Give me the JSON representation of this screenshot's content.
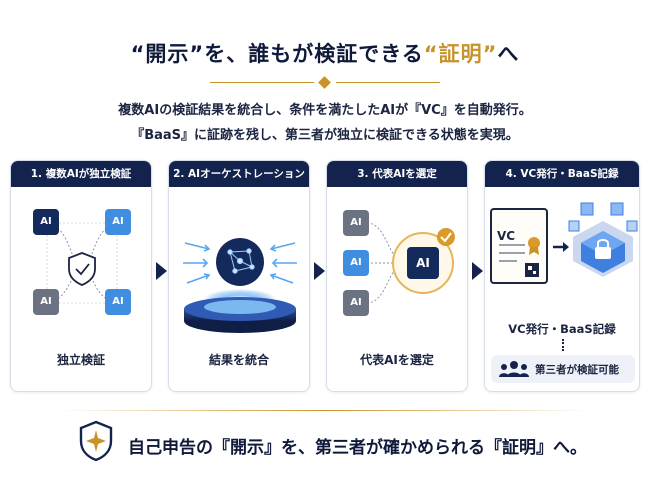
{
  "header": {
    "title_pre": "“開示”を、誰もが検証できる",
    "title_accent": "“証明”",
    "title_post": "へ",
    "subtitle_line1": "複数AIの検証結果を統合し、条件を満たしたAIが『VC』を自動発行。",
    "subtitle_line2": "『BaaS』に証跡を残し、第三者が独立に検証できる状態を実現。"
  },
  "steps": [
    {
      "header": "1. 複数AIが独立検証",
      "label": "独立検証"
    },
    {
      "header": "2. AIオーケストレーション",
      "label": "結果を統合"
    },
    {
      "header": "3. 代表AIを選定",
      "label": "代表AIを選定"
    },
    {
      "header": "4. VC発行・BaaS記録",
      "label": "VC発行・BaaS記録",
      "third_party": "第三者が検証可能"
    }
  ],
  "chip_text": "AI",
  "vc_text": "VC",
  "footer": {
    "text": "自己申告の『開示』を、第三者が確かめられる『証明』へ。"
  },
  "colors": {
    "navy": "#13234d",
    "accent": "#c9932b",
    "blue": "#3f8ee0",
    "gray": "#6b7382"
  },
  "icons": [
    "shield-check-icon",
    "chip-icon",
    "network-globe-icon",
    "checkmark-badge-icon",
    "certificate-icon",
    "qr-code-icon",
    "blockchain-lock-icon",
    "people-icon",
    "shield-star-icon"
  ]
}
